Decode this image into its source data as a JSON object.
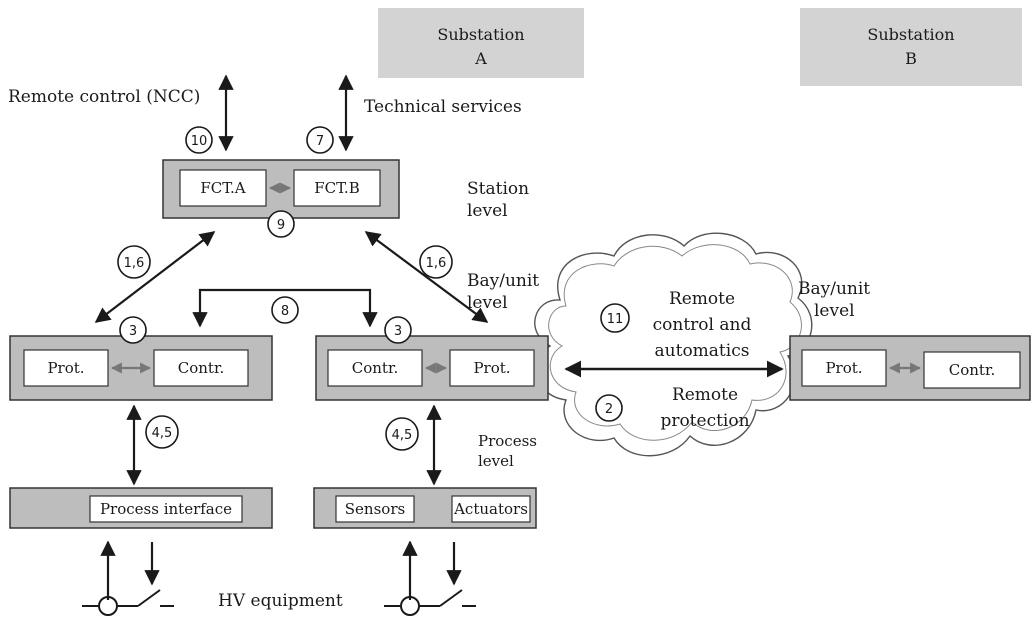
{
  "substations": {
    "a": {
      "line1": "Substation",
      "line2": "A"
    },
    "b": {
      "line1": "Substation",
      "line2": "B"
    }
  },
  "labels": {
    "remote_control": "Remote control (NCC)",
    "technical_services": "Technical services",
    "station_level_1": "Station",
    "station_level_2": "level",
    "bay_level_a_1": "Bay/unit",
    "bay_level_a_2": "level",
    "bay_level_b_1": "Bay/unit",
    "bay_level_b_2": "level",
    "process_level_1": "Process",
    "process_level_2": "level",
    "hv_equipment": "HV equipment"
  },
  "boxes": {
    "fct_a": "FCT.A",
    "fct_b": "FCT.B",
    "prot_left": "Prot.",
    "contr_left": "Contr.",
    "contr_mid": "Contr.",
    "prot_mid": "Prot.",
    "prot_b": "Prot.",
    "contr_b": "Contr.",
    "process_interface": "Process interface",
    "sensors": "Sensors",
    "actuators": "Actuators"
  },
  "cloud": {
    "line1": "Remote",
    "line2": "control and",
    "line3": "automatics",
    "line4": "Remote",
    "line5": "protection"
  },
  "circles": {
    "c10": "10",
    "c7": "7",
    "c9": "9",
    "c16_left": "1,6",
    "c16_right": "1,6",
    "c8": "8",
    "c3_left": "3",
    "c3_mid": "3",
    "c45_left": "4,5",
    "c45_right": "4,5",
    "c11": "11",
    "c2": "2"
  }
}
